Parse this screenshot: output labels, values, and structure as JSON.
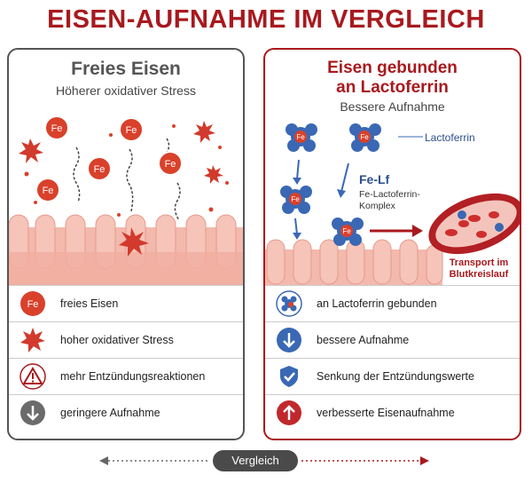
{
  "title": "EISEN-AUFNAHME IM VERGLEICH",
  "left": {
    "heading": "Freies Eisen",
    "subheading": "Höherer oxidativer Stress",
    "fe_symbol": "Fe",
    "legend": [
      {
        "icon": "fe-circle-icon",
        "label": "freies Eisen"
      },
      {
        "icon": "starburst-icon",
        "label": "hoher oxidativer Stress"
      },
      {
        "icon": "warning-triangle-icon",
        "label": "mehr Entzündungsreaktionen"
      },
      {
        "icon": "arrow-down-gray-icon",
        "label": "geringere Aufnahme"
      }
    ]
  },
  "right": {
    "heading_line1": "Eisen gebunden",
    "heading_line2": "an Lactoferrin",
    "subheading": "Bessere Aufnahme",
    "lactoferrin_label": "Lactoferrin",
    "complex_label": "Fe-Lf",
    "complex_sub1": "Fe-Lactoferrin-",
    "complex_sub2": "Komplex",
    "transport_line1": "Transport im",
    "transport_line2": "Blutkreislauf",
    "fe_symbol": "Fe",
    "legend": [
      {
        "icon": "lactoferrin-icon",
        "label": "an Lactoferrin gebunden"
      },
      {
        "icon": "arrow-down-blue-icon",
        "label": "bessere Aufnahme"
      },
      {
        "icon": "shield-check-icon",
        "label": "Senkung der Entzündungswerte"
      },
      {
        "icon": "arrow-up-red-icon",
        "label": "verbesserte Eisenaufnahme"
      }
    ]
  },
  "compare_label": "Vergleich",
  "colors": {
    "accent": "#a8191e",
    "fe": "#d9412b",
    "lactoferrin": "#3a68b4",
    "tissue": "#f3b9ad"
  }
}
